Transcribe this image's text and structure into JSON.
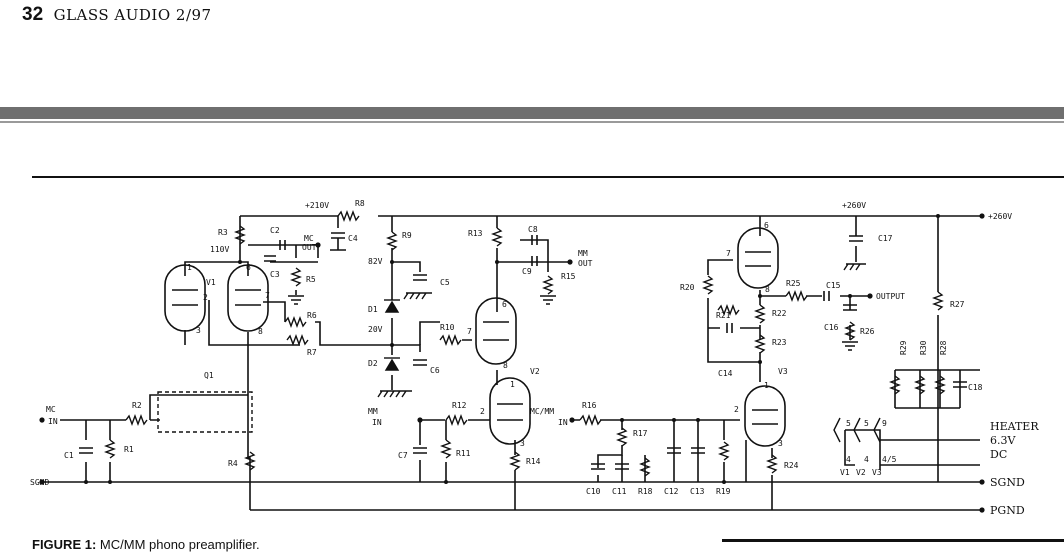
{
  "header": {
    "page_number": "32",
    "magazine": "GLASS AUDIO 2/97"
  },
  "caption": {
    "label": "FIGURE 1:",
    "text": " MC/MM phono preamplifier."
  },
  "labels": {
    "v210": "+210V",
    "r8": "R8",
    "r3": "R3",
    "v110": "110V",
    "c2": "C2",
    "c3": "C3",
    "r5": "R5",
    "mc_out_1": "MC",
    "mc_out_2": "OUT",
    "c4": "C4",
    "r9": "R9",
    "v82": "82V",
    "c5": "C5",
    "d1": "D1",
    "v20": "20V",
    "d2": "D2",
    "c6": "C6",
    "v1": "V1",
    "pin1a": "1",
    "pin6a": "6",
    "pin2a": "2",
    "pin7a": "7",
    "pin3a": "3",
    "pin8a": "8",
    "r6": "R6",
    "r7": "R7",
    "q1": "Q1",
    "r2": "R2",
    "mc_in_1": "MC",
    "mc_in_2": "IN",
    "c1": "C1",
    "r1": "R1",
    "r4": "R4",
    "sgnd_left": "SGND",
    "r13": "R13",
    "c8": "C8",
    "c9": "C9",
    "r15": "R15",
    "mm_out_1": "MM",
    "mm_out_2": "OUT",
    "r10": "R10",
    "pin6b": "6",
    "pin7b": "7",
    "pin8b": "8",
    "v2": "V2",
    "pin1b": "1",
    "pin2b": "2",
    "pin3b": "3",
    "mm_in_1": "MM",
    "mm_in_2": "IN",
    "r12": "R12",
    "c7": "C7",
    "r11": "R11",
    "r14": "R14",
    "mcmm_in_1": "MC/MM",
    "mcmm_in_2": "IN",
    "r16": "R16",
    "r17": "R17",
    "c10": "C10",
    "c11": "C11",
    "r18": "R18",
    "c12": "C12",
    "c13": "C13",
    "r19": "R19",
    "v260": "+260V",
    "c17": "C17",
    "pin6c": "6",
    "pin7c": "7",
    "pin8c": "8",
    "r20": "R20",
    "r25": "R25",
    "c15": "C15",
    "output": "OUTPUT",
    "r21": "R21",
    "r22": "R22",
    "c16": "C16",
    "r26": "R26",
    "r23": "R23",
    "c14": "C14",
    "v3": "V3",
    "pin1c": "1",
    "pin2c": "2",
    "pin3c": "3",
    "r24": "R24",
    "r27": "R27",
    "r29": "R29",
    "r30": "R30",
    "r28": "R28",
    "c18": "C18",
    "v260_right": "+260V",
    "heater_1": "HEATER",
    "heater_2": "6.3V",
    "heater_3": "DC",
    "h5a": "5",
    "h5b": "5",
    "h9": "9",
    "h4a": "4",
    "h4b": "4",
    "h45": "4/5",
    "hv1": "V1",
    "hv2": "V2",
    "hv3": "V3",
    "sgnd_right": "SGND",
    "pgnd_right": "PGND"
  }
}
